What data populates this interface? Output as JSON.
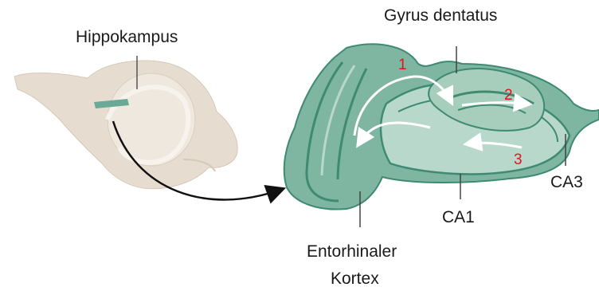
{
  "labels": {
    "hippocampus": "Hippokampus",
    "gyrus": "Gyrus dentatus",
    "entorhinal_line1": "Entorhinaler",
    "entorhinal_line2": "Kortex",
    "ca1": "CA1",
    "ca3": "CA3"
  },
  "pathway_numbers": [
    "1",
    "2",
    "3"
  ],
  "colors": {
    "brain_tissue": "#e3d9cc",
    "hippocampal_tissue": "#7fb6a2",
    "hippocampal_dark": "#3e8a72",
    "hippocampal_light": "#b9d8cc",
    "arrow": "#111111",
    "pathway_arrow": "#ffffff",
    "number_red": "#e0141b"
  }
}
